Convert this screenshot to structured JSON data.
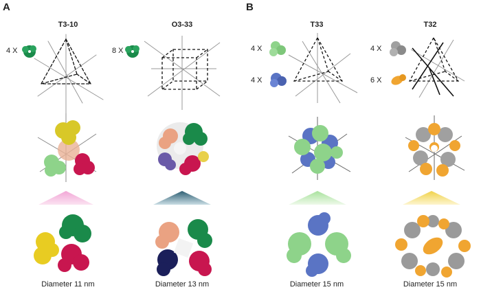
{
  "panels": [
    {
      "letter": "A"
    },
    {
      "letter": "B"
    }
  ],
  "columns": [
    {
      "title": "T3-10",
      "counts": [
        "4 X"
      ],
      "diameter": "Diameter 11 nm"
    },
    {
      "title": "O3-33",
      "counts": [
        "8 X"
      ],
      "diameter": "Diameter 13 nm"
    },
    {
      "title": "T33",
      "counts": [
        "4 X",
        "4 X"
      ],
      "diameter": "Diameter 15 nm"
    },
    {
      "title": "T32",
      "counts": [
        "4 X",
        "6 X"
      ],
      "diameter": "Diameter 15 nm"
    }
  ],
  "colors": {
    "green_dark": "#1a8a4a",
    "green_light": "#8ed38a",
    "blue": "#5a74c4",
    "gray": "#9a9a9a",
    "orange": "#f0a531",
    "yellow": "#e0cf2a",
    "crimson": "#c8164f",
    "salmon": "#eaa282",
    "navy": "#1b1f5a",
    "pink_tri": "#e88cc8",
    "teal_tri": "#2e5f73",
    "green_tri": "#a8e29c",
    "yellow_tri": "#f0d24a"
  }
}
